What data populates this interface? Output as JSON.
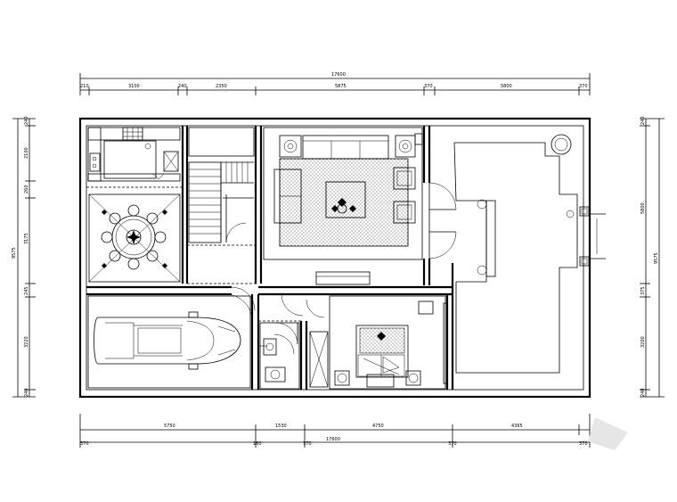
{
  "plan": {
    "top_dims": {
      "overall": "17600",
      "segments": [
        "210",
        "3100",
        "240",
        "2350",
        "5875",
        "370",
        "5800",
        "370"
      ]
    },
    "bottom_dims": {
      "overall": "17600",
      "segments": [
        "5750",
        "1530",
        "4750",
        "4365"
      ],
      "ticks": [
        "370",
        "160",
        "370",
        "370",
        "370"
      ]
    },
    "left_dims": {
      "overall": "9575",
      "segments": [
        "240",
        "2100",
        "260",
        "3175",
        "245",
        "3220",
        "240"
      ]
    },
    "right_dims": {
      "overall": "9575",
      "segments": [
        "240",
        "5800",
        "375",
        "3200",
        "240"
      ]
    },
    "colors": {
      "line": "#000000",
      "background": "#ffffff"
    }
  }
}
